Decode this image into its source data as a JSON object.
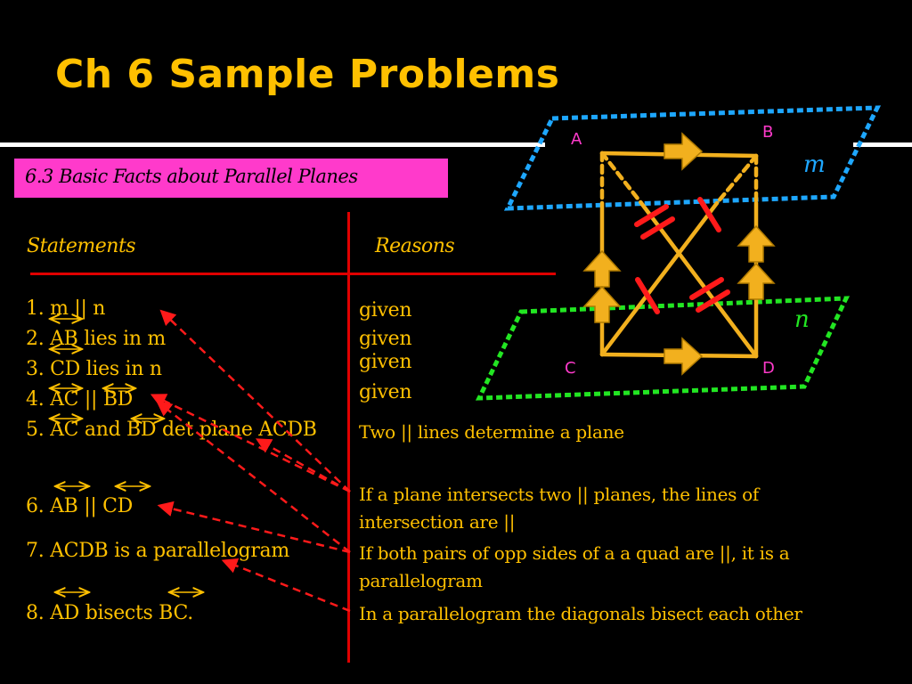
{
  "title": "Ch 6 Sample Problems",
  "section": "6.3 Basic Facts about Parallel Planes",
  "headers": {
    "statements": "Statements",
    "reasons": "Reasons"
  },
  "statements": [
    "1. m || n",
    "2. AB  lies in m",
    "3. CD lies in n",
    "4. AC || BD",
    "5. AC and BD det plane ACDB",
    "6.  AB || CD",
    "7.  ACDB is a parallelogram",
    "8.  AD bisects BC."
  ],
  "reasons": [
    "given",
    "given",
    "given",
    "given",
    "Two || lines  determine a plane",
    "If a plane intersects two || planes, the lines of",
    "intersection are ||",
    "If  both pairs of opp sides of a a quad are ||, it is a",
    "parallelogram",
    "In a  parallelogram the diagonals bisect each other"
  ],
  "diagram": {
    "points": {
      "a": "A",
      "b": "B",
      "c": "C",
      "d": "D"
    },
    "planes": {
      "m": "m",
      "n": "n"
    }
  },
  "colors": {
    "background": "#000000",
    "text": "#FFC000",
    "accent_pink": "#FF3ACB",
    "rule_red": "#E00000",
    "arrow_red": "#FF1A1A",
    "plane_m": "#1EA7FF",
    "plane_n": "#22E622",
    "figure_gold": "#F2B01E"
  }
}
